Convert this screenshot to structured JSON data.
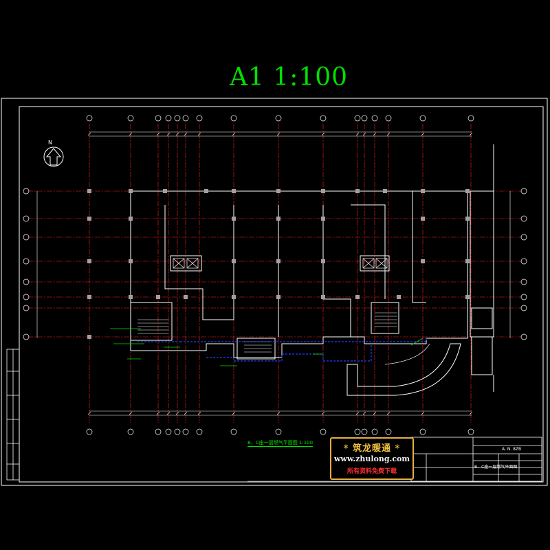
{
  "drawing": {
    "scale_title": "A1 1:100",
    "plan_title": "B、C座一层燃气平面图 1:100",
    "north_arrow": "N",
    "title_block": {
      "drawing_name": "B、C座一层燃气平面图",
      "company": "A. N. 8ZB"
    }
  },
  "watermark": {
    "brand": "* 筑龙暖通 *",
    "url": "www.zhulong.com",
    "note": "所有资料免费下载"
  },
  "colors": {
    "background": "#000000",
    "frame": "#ffffff",
    "axis": "#ff2020",
    "gas_pipe": "#2040ff",
    "annotation": "#00e000"
  }
}
